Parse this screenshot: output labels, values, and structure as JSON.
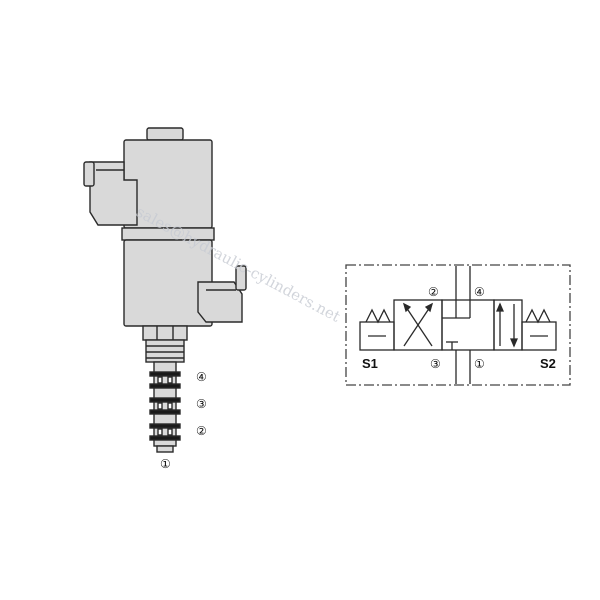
{
  "watermark": "sales@hydraulic-cylinders.net",
  "valve_ports": [
    "④",
    "③",
    "②",
    "①"
  ],
  "symbol": {
    "ports": {
      "p2": "②",
      "p4": "④",
      "p3": "③",
      "p1": "①"
    },
    "solenoids": {
      "left": "S1",
      "right": "S2"
    }
  },
  "colors": {
    "body": "#d9d9d9",
    "line": "#2a2a2a",
    "dash": "#444444"
  }
}
